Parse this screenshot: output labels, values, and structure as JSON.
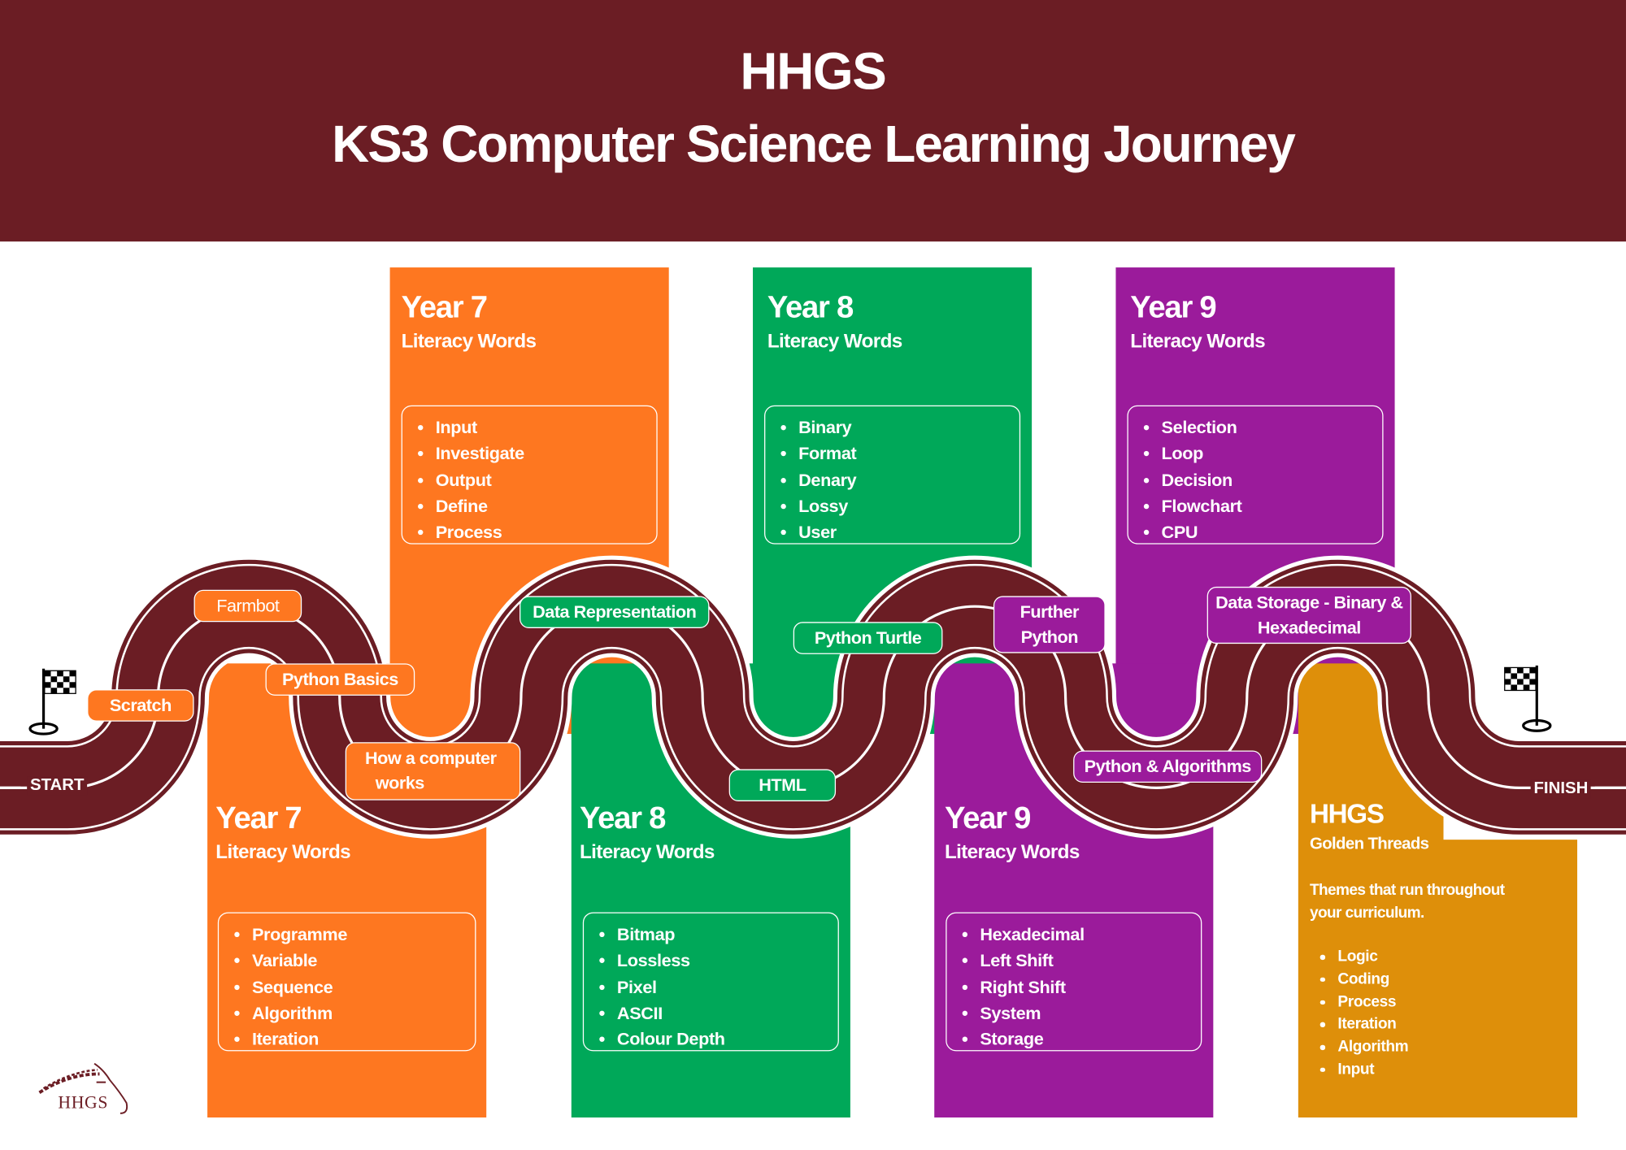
{
  "header": {
    "title_line1": "HHGS",
    "title_line2": "KS3 Computer Science Learning Journey"
  },
  "colors": {
    "maroon": "#6b1d24",
    "year7": "#fe7720",
    "year8": "#00a859",
    "year9": "#9b1b9b",
    "golden": "#de8f0a"
  },
  "road": {
    "start": "START",
    "finish": "FINISH"
  },
  "milestones": {
    "scratch": "Scratch",
    "farmbot": "Farmbot",
    "python_basics": "Python Basics",
    "how_computer_works_1": "How a computer",
    "how_computer_works_2": "works",
    "data_representation": "Data Representation",
    "python_turtle": "Python Turtle",
    "html": "HTML",
    "further_python_1": "Further",
    "further_python_2": "Python",
    "data_storage_1": "Data Storage - Binary &",
    "data_storage_2": "Hexadecimal",
    "python_algorithms": "Python & Algorithms"
  },
  "panels": {
    "y7_top": {
      "title": "Year 7",
      "subtitle": "Literacy Words",
      "words": [
        "Input",
        "Investigate",
        "Output",
        "Define",
        "Process"
      ]
    },
    "y8_top": {
      "title": "Year 8",
      "subtitle": "Literacy Words",
      "words": [
        "Binary",
        "Format",
        "Denary",
        "Lossy",
        "User"
      ]
    },
    "y9_top": {
      "title": "Year 9",
      "subtitle": "Literacy Words",
      "words": [
        "Selection",
        "Loop",
        "Decision",
        "Flowchart",
        "CPU"
      ]
    },
    "y7_bottom": {
      "title": "Year 7",
      "subtitle": "Literacy Words",
      "words": [
        "Programme",
        "Variable",
        "Sequence",
        "Algorithm",
        "Iteration"
      ]
    },
    "y8_bottom": {
      "title": "Year 8",
      "subtitle": "Literacy Words",
      "words": [
        "Bitmap",
        "Lossless",
        "Pixel",
        "ASCII",
        "Colour Depth"
      ]
    },
    "y9_bottom": {
      "title": "Year 9",
      "subtitle": "Literacy Words",
      "words": [
        "Hexadecimal",
        "Left Shift",
        "Right Shift",
        "System",
        "Storage"
      ]
    },
    "golden": {
      "title": "HHGS",
      "subtitle": "Golden Threads",
      "desc_1": "Themes that run throughout",
      "desc_2": "your curriculum.",
      "words": [
        "Logic",
        "Coding",
        "Process",
        "Iteration",
        "Algorithm",
        "Input"
      ]
    }
  },
  "logo": {
    "text": "HHGS"
  }
}
